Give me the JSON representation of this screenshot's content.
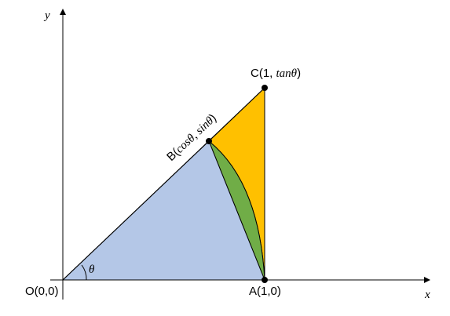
{
  "axes": {
    "x_label": "x",
    "y_label": "y"
  },
  "points": {
    "origin": {
      "label": "O(0,0)"
    },
    "A": {
      "prefix": "A(1,0)"
    },
    "B": {
      "prefix": "B(",
      "math": "cosθ, sinθ",
      "suffix": ")"
    },
    "C": {
      "prefix": "C(1, ",
      "math": "tanθ",
      "suffix": ")"
    }
  },
  "angle": {
    "label": "θ"
  },
  "colors": {
    "triangle_oab": "#b4c7e7",
    "segment": "#70ad47",
    "region_abc": "#ffc000",
    "stroke": "#000000",
    "axis": "#000000"
  }
}
